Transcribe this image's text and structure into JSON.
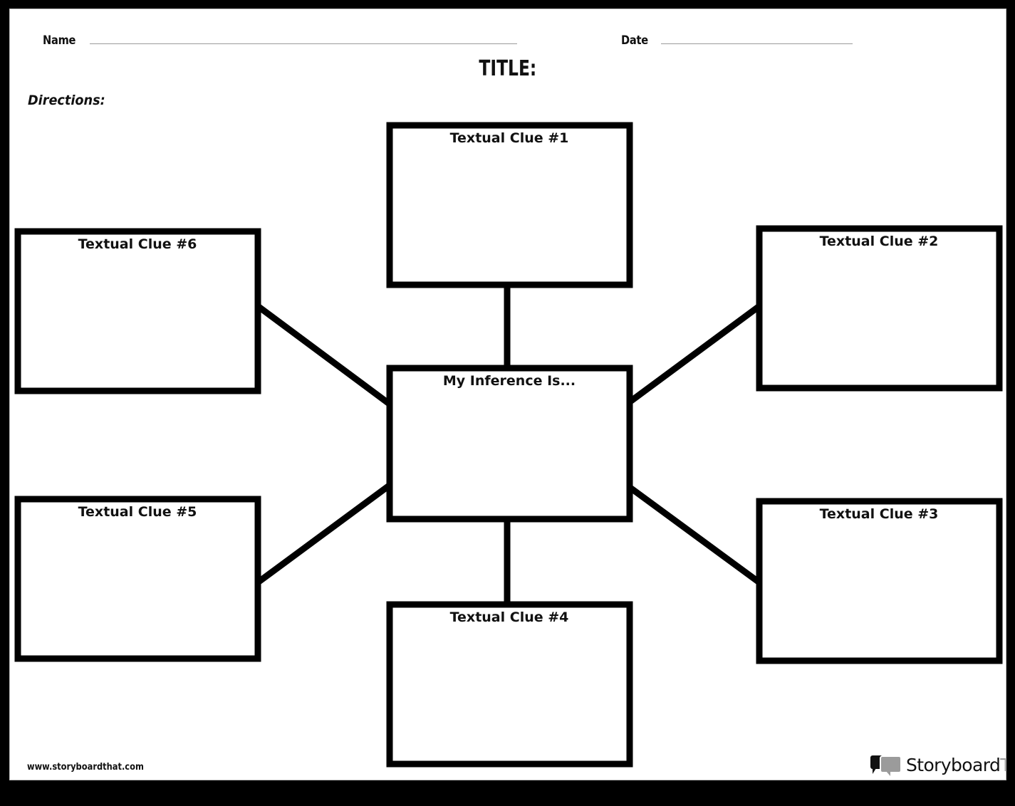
{
  "page": {
    "title_heading": "TITLE:",
    "directions_label": "Directions:",
    "border_color": "#000000",
    "sheet_color": "#ffffff"
  },
  "header": {
    "name_label": "Name",
    "name_value": "",
    "date_label": "Date",
    "date_value": ""
  },
  "diagram": {
    "type": "inference-web",
    "center": {
      "label": "My Inference Is...",
      "value": ""
    },
    "clues": [
      {
        "label": "Textual Clue #1",
        "value": "",
        "position": "top-center"
      },
      {
        "label": "Textual Clue #2",
        "value": "",
        "position": "right-upper"
      },
      {
        "label": "Textual Clue #3",
        "value": "",
        "position": "right-lower"
      },
      {
        "label": "Textual Clue #4",
        "value": "",
        "position": "bottom-center"
      },
      {
        "label": "Textual Clue #5",
        "value": "",
        "position": "left-lower"
      },
      {
        "label": "Textual Clue #6",
        "value": "",
        "position": "left-upper"
      }
    ]
  },
  "footer": {
    "url": "www.storyboardthat.com",
    "brand_primary": "Storyboard",
    "brand_secondary": "That",
    "brand_primary_color": "#111111",
    "brand_secondary_color": "#9b9b9b"
  }
}
